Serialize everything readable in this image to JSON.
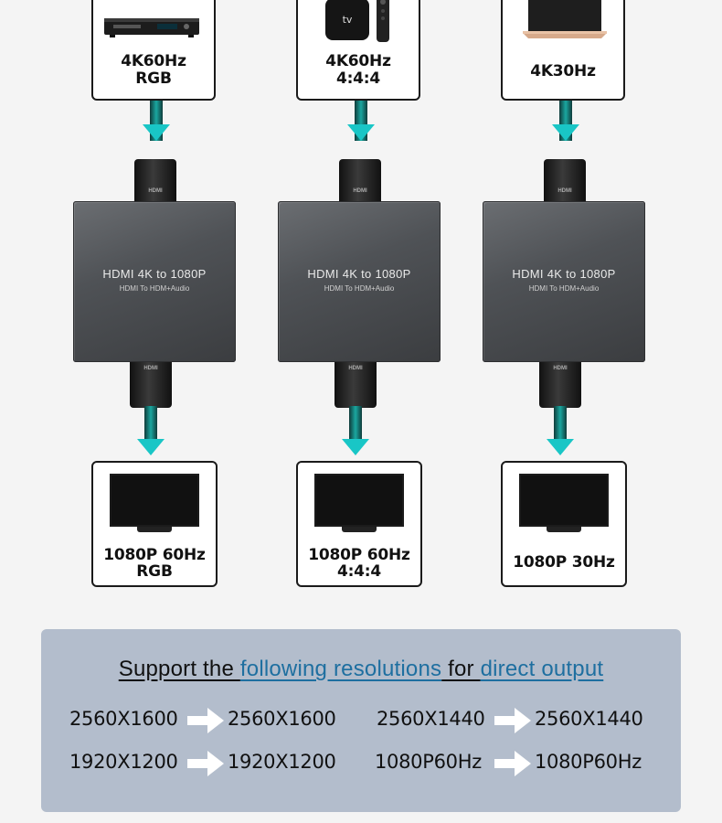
{
  "columns": [
    {
      "source_label_1": "4K60Hz",
      "source_label_2": "RGB",
      "source_icon": "dvd-player-icon",
      "device_title": "HDMI 4K to 1080P",
      "device_subtitle": "HDMI To HDM+Audio",
      "connector_tag": "HDMI",
      "output_label_1": "1080P 60Hz",
      "output_label_2": "RGB"
    },
    {
      "source_label_1": "4K60Hz",
      "source_label_2": "4:4:4",
      "source_icon": "apple-tv-icon",
      "source_icon_text": "tv",
      "device_title": "HDMI 4K to 1080P",
      "device_subtitle": "HDMI To HDM+Audio",
      "connector_tag": "HDMI",
      "output_label_1": "1080P 60Hz",
      "output_label_2": "4:4:4"
    },
    {
      "source_label_1": "4K30Hz",
      "source_label_2": "",
      "source_icon": "laptop-icon",
      "device_title": "HDMI 4K to 1080P",
      "device_subtitle": "HDMI To HDM+Audio",
      "connector_tag": "HDMI",
      "output_label_1": "1080P 30Hz",
      "output_label_2": ""
    }
  ],
  "panel": {
    "title_part_1": "Support the ",
    "title_part_2": "following resolutions",
    "title_part_3": " for ",
    "title_part_4": "direct output",
    "accent_color": "#1e6fa0",
    "rows": [
      [
        "2560X1600",
        "2560X1600",
        "2560X1440",
        "2560X1440"
      ],
      [
        "1920X1200",
        "1920X1200",
        "1080P60Hz",
        "1080P60Hz"
      ]
    ]
  }
}
